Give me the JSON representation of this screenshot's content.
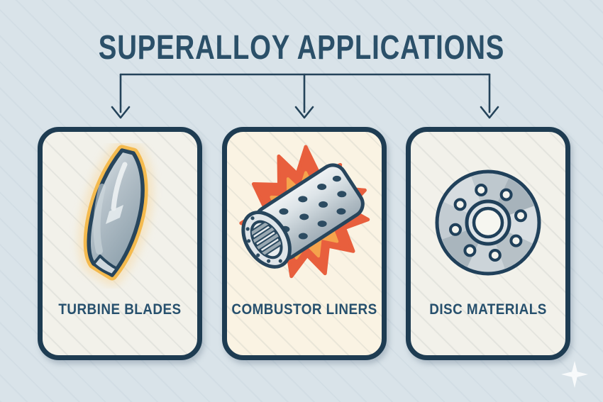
{
  "title": "SUPERALLOY APPLICATIONS",
  "cards": [
    {
      "id": "turbine-blades",
      "label": "TURBINE BLADES",
      "icon": "turbine-blade-icon"
    },
    {
      "id": "combustor-liners",
      "label": "COMBUSTOR LINERS",
      "icon": "combustor-liner-icon"
    },
    {
      "id": "disc-materials",
      "label": "DISC MATERIALS",
      "icon": "disc-icon"
    }
  ],
  "colors": {
    "background": "#d9e3e9",
    "card_background": "#f2f1ea",
    "card_background_warm": "#faf3e3",
    "outline_navy": "#1e3c52",
    "text_navy": "#27506d",
    "connector": "#24435a",
    "glow_gold": "#f4ba4e",
    "flame_red": "#e85f3d",
    "flame_orange": "#f5a34c",
    "metal_light": "#e8edf0",
    "metal_mid": "#c6cfd5",
    "metal_dark": "#9fadb7"
  }
}
